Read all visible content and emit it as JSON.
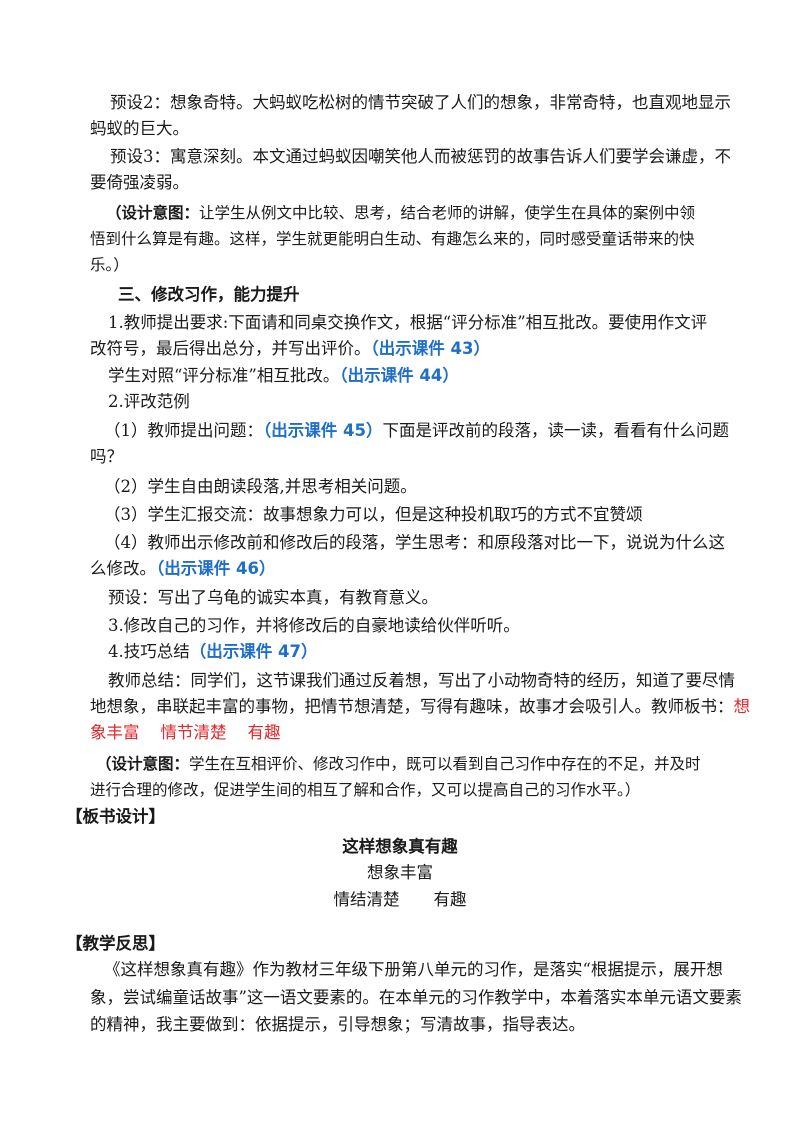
{
  "p1": {
    "l1": "预设2：想象奇特。大蚂蚁吃松树的情节突破了人们的想象，非常奇特，也直观地显示",
    "l2": "蚂蚁的巨大。"
  },
  "p2": {
    "l1": "预设3：寓意深刻。本文通过蚂蚁因嘲笑他人而被惩罚的故事告诉人们要学会谦虚，不",
    "l2": "要倚强凌弱。"
  },
  "note1": {
    "label": "（设计意图：",
    "l1": "让学生从例文中比较、思考，结合老师的讲解，使学生在具体的案例中领",
    "l2": "悟到什么算是有趣。这样，学生就更能明白生动、有趣怎么来的，同时感受童话带来的快",
    "l3": "乐。）"
  },
  "heading3": "三、修改习作，能力提升",
  "s1": {
    "l1": "1.教师提出要求:下面请和同桌交换作文，根据“评分标准”相互批改。要使用作文评",
    "l2": "改符号，最后得出总分，并写出评价。",
    "ref": "（出示课件 43）"
  },
  "s1b": {
    "text": "学生对照“评分标准”相互批改。",
    "ref": "（出示课件 44）"
  },
  "s2": "2.评改范例",
  "s2a": {
    "pre": "（1）教师提出问题：",
    "ref": "（出示课件 45）",
    "post": "下面是评改前的段落，读一读，看看有什么问题",
    "l2": "吗？"
  },
  "s2b": "（2）学生自由朗读段落,并思考相关问题。",
  "s2c": "（3）学生汇报交流：故事想象力可以，但是这种投机取巧的方式不宜赞颂",
  "s2d": {
    "l1": "（4）教师出示修改前和修改后的段落，学生思考：和原段落对比一下，说说为什么这",
    "l2": "么修改。",
    "ref": "（出示课件 46）"
  },
  "s2e": "预设：写出了乌龟的诚实本真，有教育意义。",
  "s3": "3.修改自己的习作，并将修改后的自豪地读给伙伴听听。",
  "s4": {
    "text": "4.技巧总结",
    "ref": "（出示课件 47）"
  },
  "summary": {
    "l1a": "教师总结：同学们，这节课我们通过反着想，写出了小动物奇特的经历，知道了要尽情",
    "l2a": "地想象，串联起丰富的事物，把情节想清楚，写得有趣味，故事才会吸引人。教师板书：",
    "l2red": "想",
    "l3red": "象丰富    情节清楚    有趣"
  },
  "note2": {
    "label": "（设计意图：",
    "l1": "学生在互相评价、修改习作中，既可以看到自己习作中存在的不足，并及时",
    "l2": "进行合理的修改，促进学生间的相互了解和合作，又可以提高自己的习作水平。）"
  },
  "board": {
    "heading": "【板书设计】",
    "title": "这样想象真有趣",
    "row1": "想象丰富",
    "row2a": "情结清楚",
    "row2b": "有趣"
  },
  "reflect": {
    "heading": "【教学反思】",
    "l1": "《这样想象真有趣》作为教材三年级下册第八单元的习作，是落实“根据提示，展开想",
    "l2": "象，尝试编童话故事”这一语文要素的。在本单元的习作教学中，本着落实本单元语文要素",
    "l3": "的精神，我主要做到：依据提示，引导想象；写清故事，指导表达。"
  },
  "colors": {
    "link_blue": "#1f6fc8",
    "highlight_red": "#e0282e"
  }
}
